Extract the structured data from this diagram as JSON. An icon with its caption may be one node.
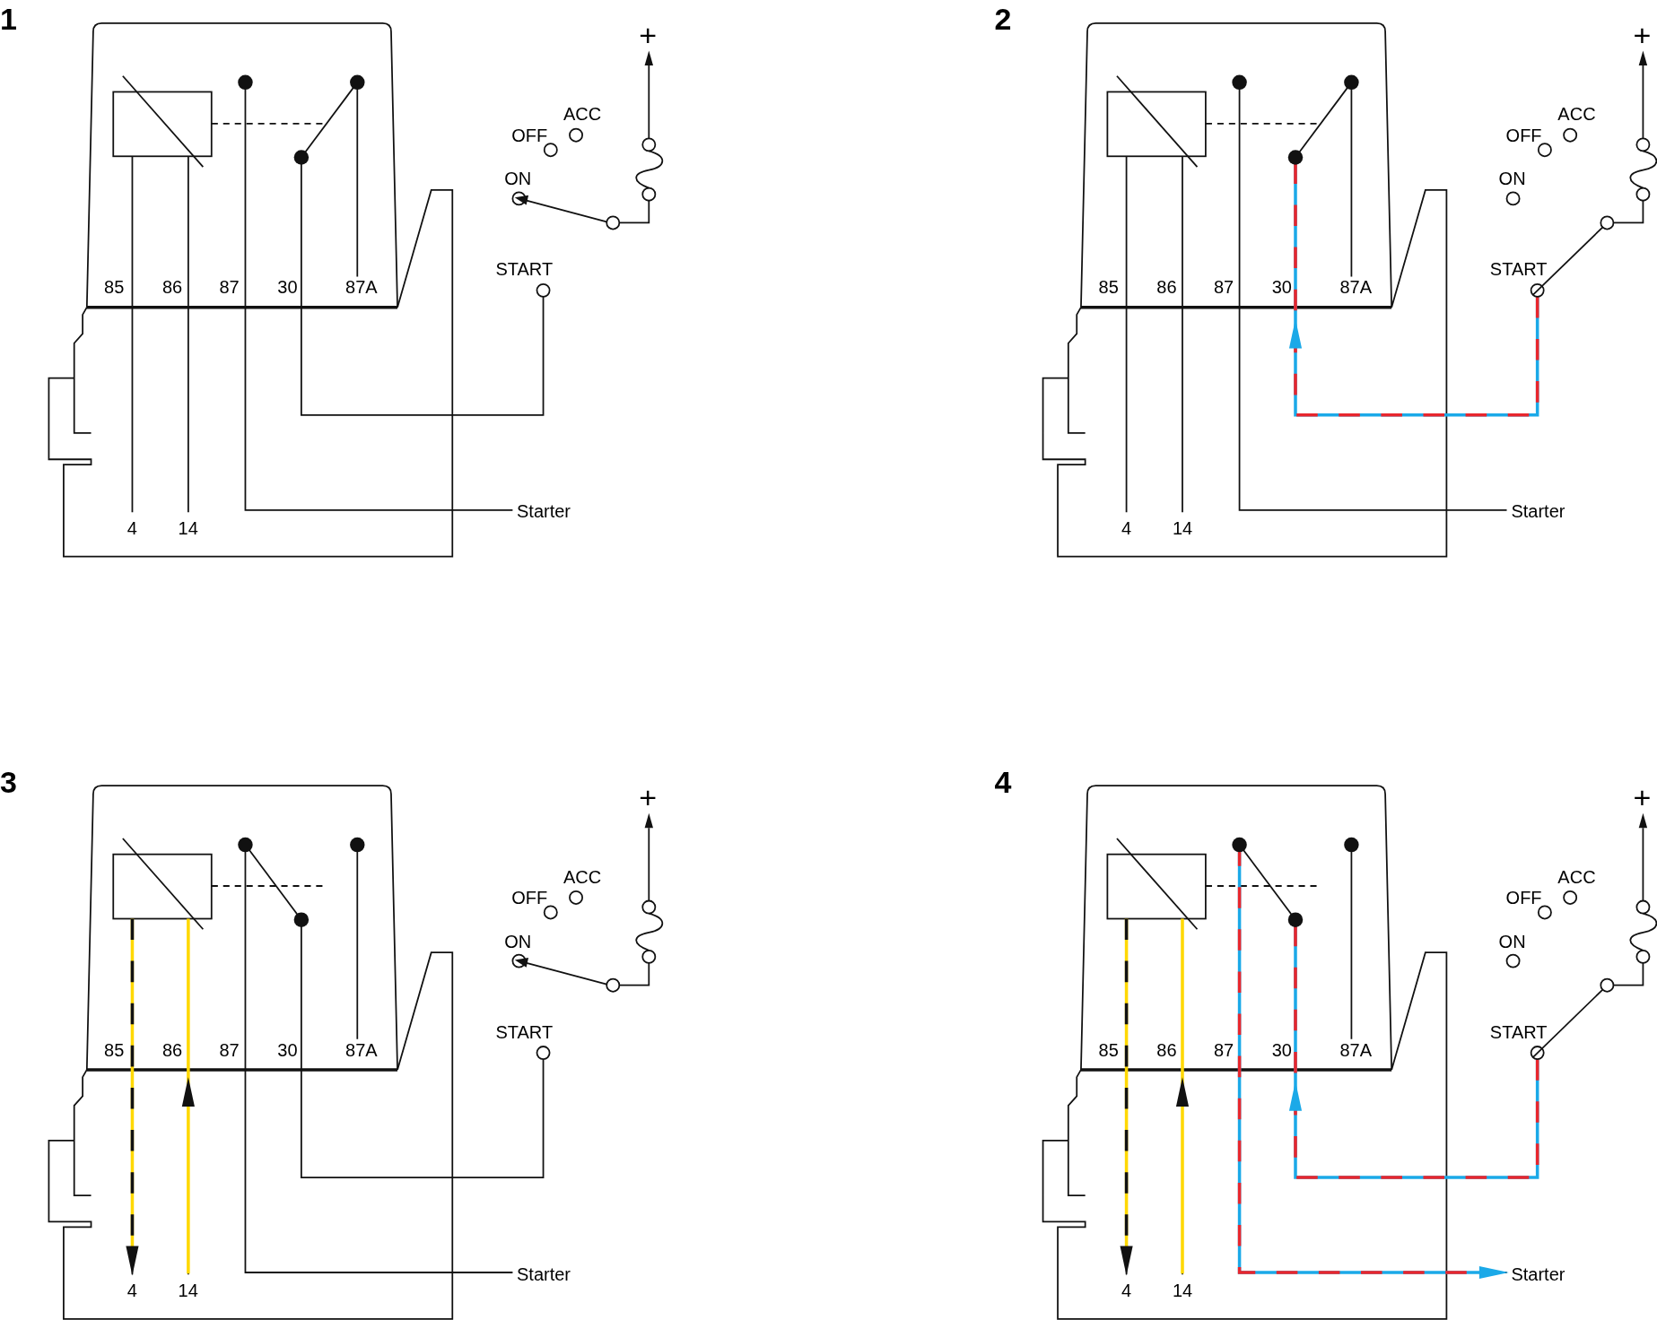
{
  "diagram": {
    "labels": [
      "1",
      "+",
      "ACC",
      "OFF",
      "ON",
      "START",
      "85",
      "86",
      "87",
      "30",
      "87A",
      "4",
      "14",
      "Starter",
      "2",
      "+",
      "ACC",
      "OFF",
      "ON",
      "START",
      "85",
      "86",
      "87",
      "30",
      "87A",
      "4",
      "14",
      "Starter",
      "3",
      "+",
      "ACC",
      "OFF",
      "ON",
      "START",
      "85",
      "86",
      "87",
      "30",
      "87A",
      "4",
      "14",
      "Starter",
      "4",
      "+",
      "ACC",
      "OFF",
      "ON",
      "START",
      "85",
      "86",
      "87",
      "30",
      "87A",
      "4",
      "14",
      "Starter"
    ]
  }
}
